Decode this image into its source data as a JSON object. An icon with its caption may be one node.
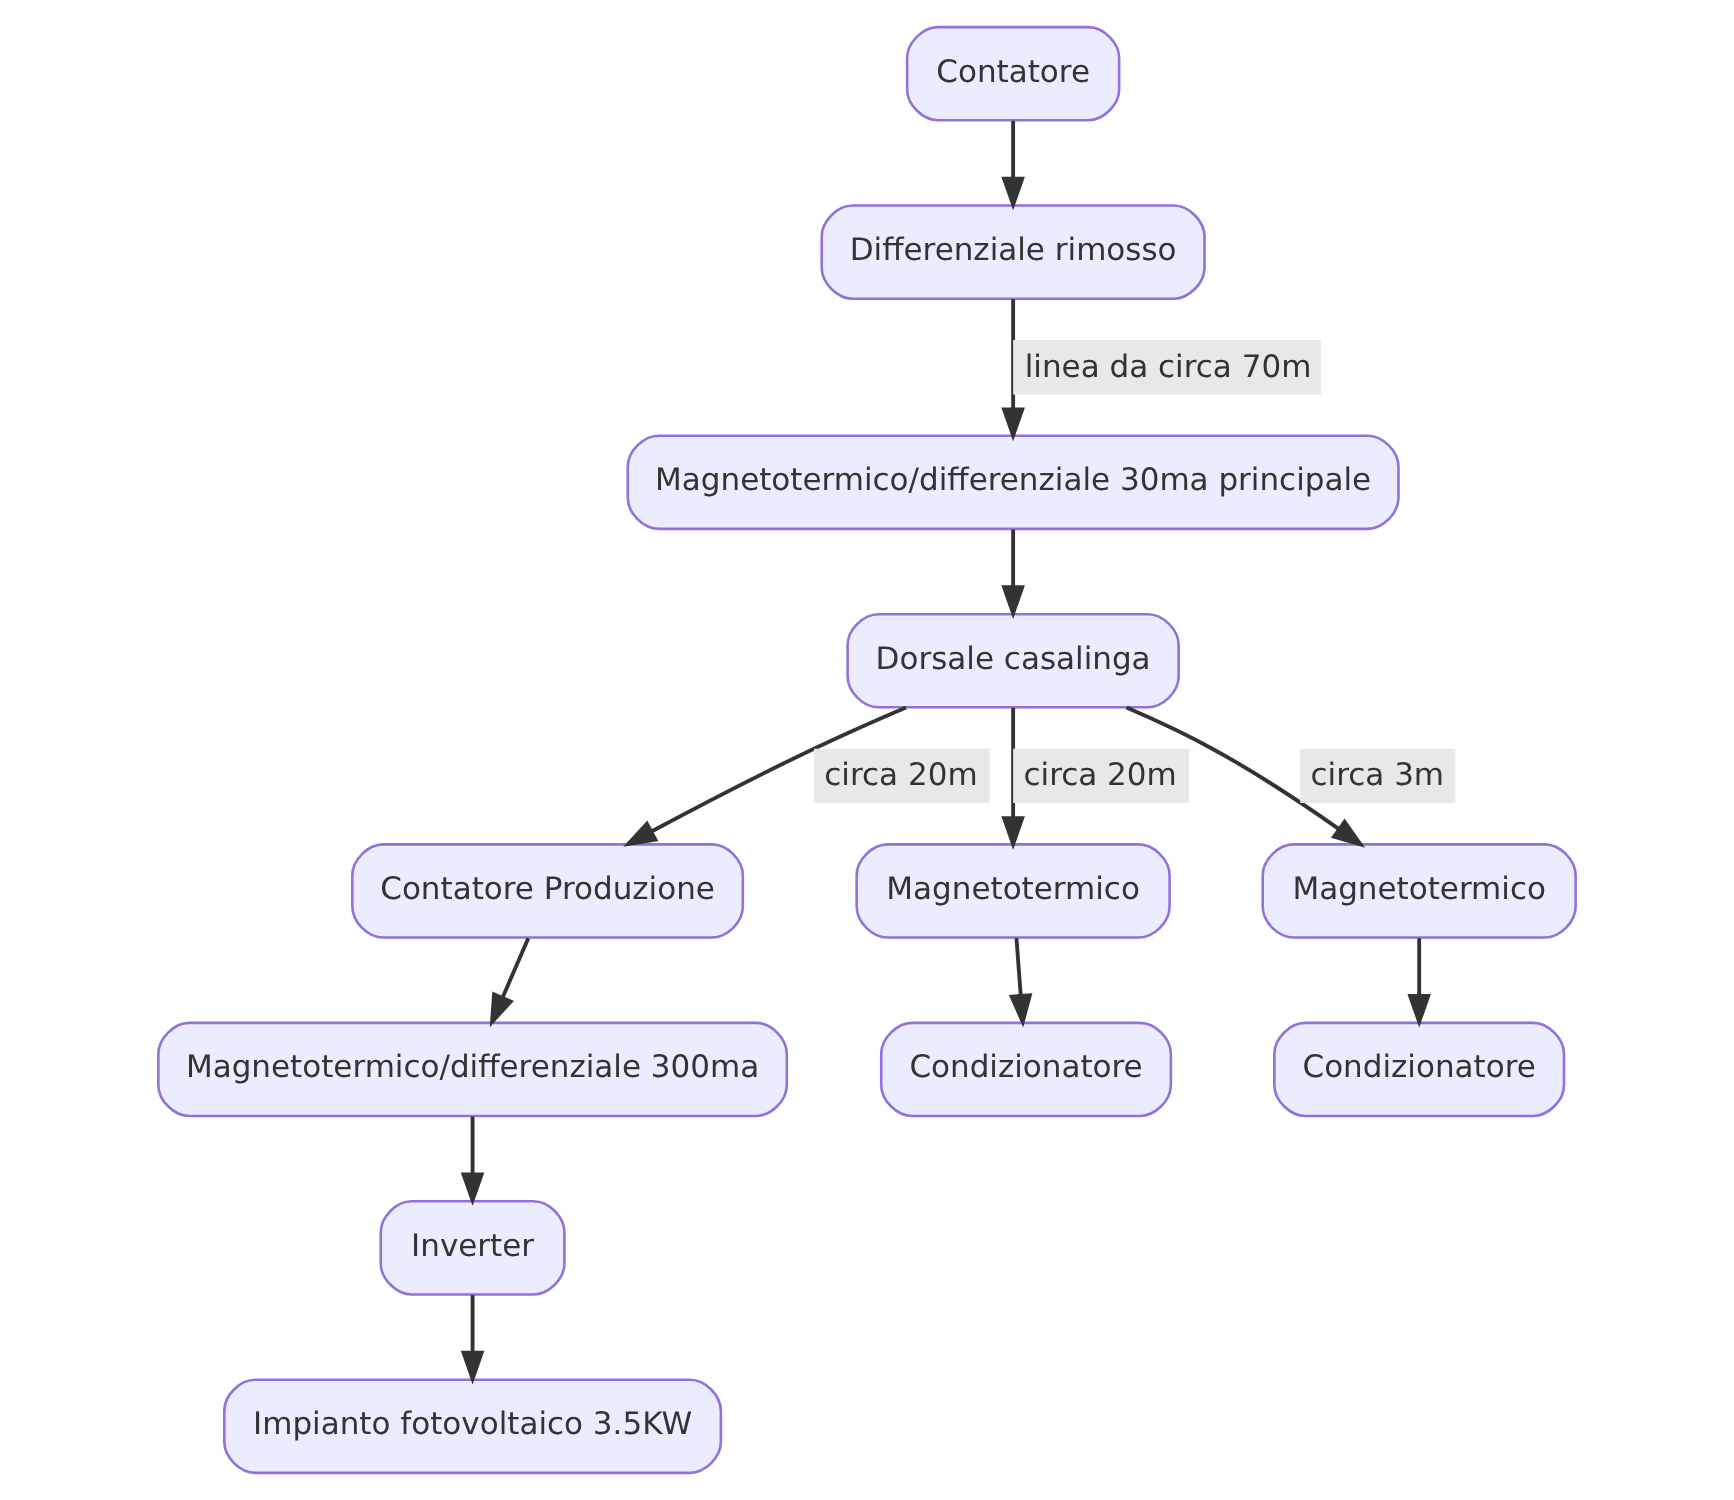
{
  "diagram": {
    "nodes": [
      {
        "text": [
          "Contatore"
        ]
      },
      {
        "text": [
          "Differenziale rimosso"
        ]
      },
      {
        "text": [
          "Magnetotermico/differenziale 30ma principale"
        ]
      },
      {
        "text": [
          "Dorsale casalinga"
        ]
      },
      {
        "text": [
          "Contatore Produzione"
        ]
      },
      {
        "text": [
          "Magnetotermico"
        ]
      },
      {
        "text": [
          "Magnetotermico"
        ]
      },
      {
        "text": [
          "Magnetotermico/differenziale 300ma"
        ]
      },
      {
        "text": [
          "Condizionatore"
        ]
      },
      {
        "text": [
          "Condizionatore"
        ]
      },
      {
        "text": [
          "Inverter"
        ]
      },
      {
        "text": [
          "Impianto fotovoltaico 3.5KW"
        ]
      }
    ],
    "edges": [
      {
        "from": 0,
        "to": 1,
        "arrow": "to"
      },
      {
        "from": 1,
        "to": 2,
        "arrow": "to",
        "label": "linea da circa 70m"
      },
      {
        "from": 2,
        "to": 3,
        "arrow": "to"
      },
      {
        "from": 3,
        "to": 4,
        "arrow": "to",
        "label": "circa 20m"
      },
      {
        "from": 3,
        "to": 5,
        "arrow": "to",
        "label": "circa 20m"
      },
      {
        "from": 3,
        "to": 6,
        "arrow": "to",
        "label": "circa 3m"
      },
      {
        "from": 4,
        "to": 7,
        "arrow": "to"
      },
      {
        "from": 5,
        "to": 8,
        "arrow": "to"
      },
      {
        "from": 6,
        "to": 9,
        "arrow": "to"
      },
      {
        "from": 7,
        "to": 10,
        "arrow": "to"
      },
      {
        "from": 10,
        "to": 11,
        "arrow": "to"
      }
    ]
  }
}
